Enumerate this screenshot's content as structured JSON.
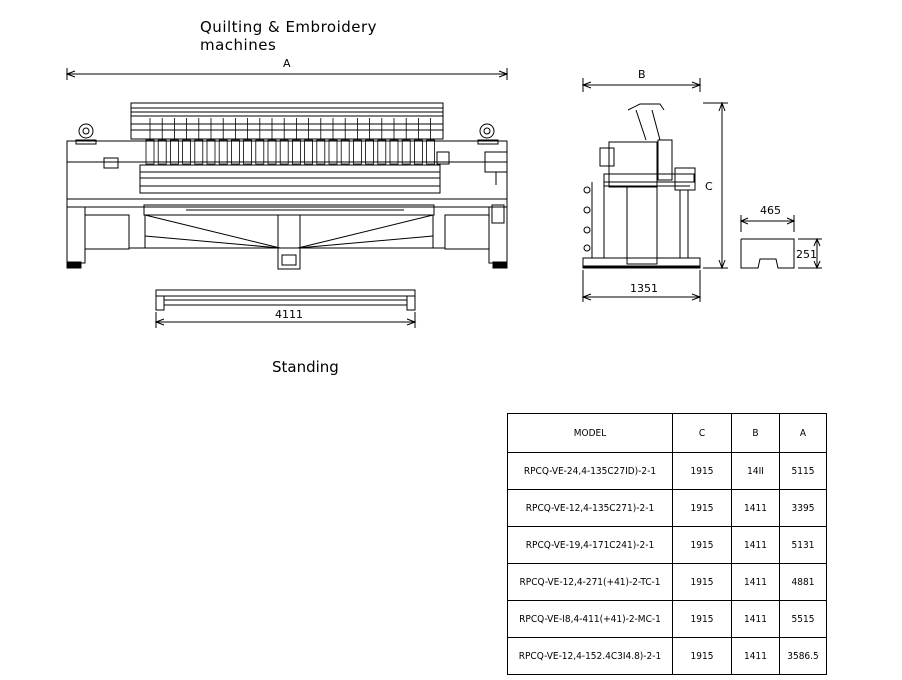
{
  "title": "Quilting & Embroidery machines",
  "subtitle": "Standing",
  "dimensions": {
    "front_width_label": "A",
    "side_width_label": "B",
    "side_height_label": "C",
    "base_width": "1351",
    "rail_width": "4111",
    "stand_width": "465",
    "stand_height": "251"
  },
  "table": {
    "headers": [
      "MODEL",
      "C",
      "B",
      "A"
    ],
    "rows": [
      [
        "RPCQ-VE-24,4-135C27ID)-2-1",
        "1915",
        "14II",
        "5115"
      ],
      [
        "RPCQ-VE-12,4-135C271)-2-1",
        "1915",
        "1411",
        "3395"
      ],
      [
        "RPCQ-VE-19,4-171C241)-2-1",
        "1915",
        "1411",
        "5131"
      ],
      [
        "RPCQ-VE-12,4-271(+41)-2-TC-1",
        "1915",
        "1411",
        "4881"
      ],
      [
        "RPCQ-VE-I8,4-411(+41)-2-MC-1",
        "1915",
        "1411",
        "5515"
      ],
      [
        "RPCQ-VE-12,4-152.4C3I4.8)-2-1",
        "1915",
        "1411",
        "3586.5"
      ]
    ]
  }
}
